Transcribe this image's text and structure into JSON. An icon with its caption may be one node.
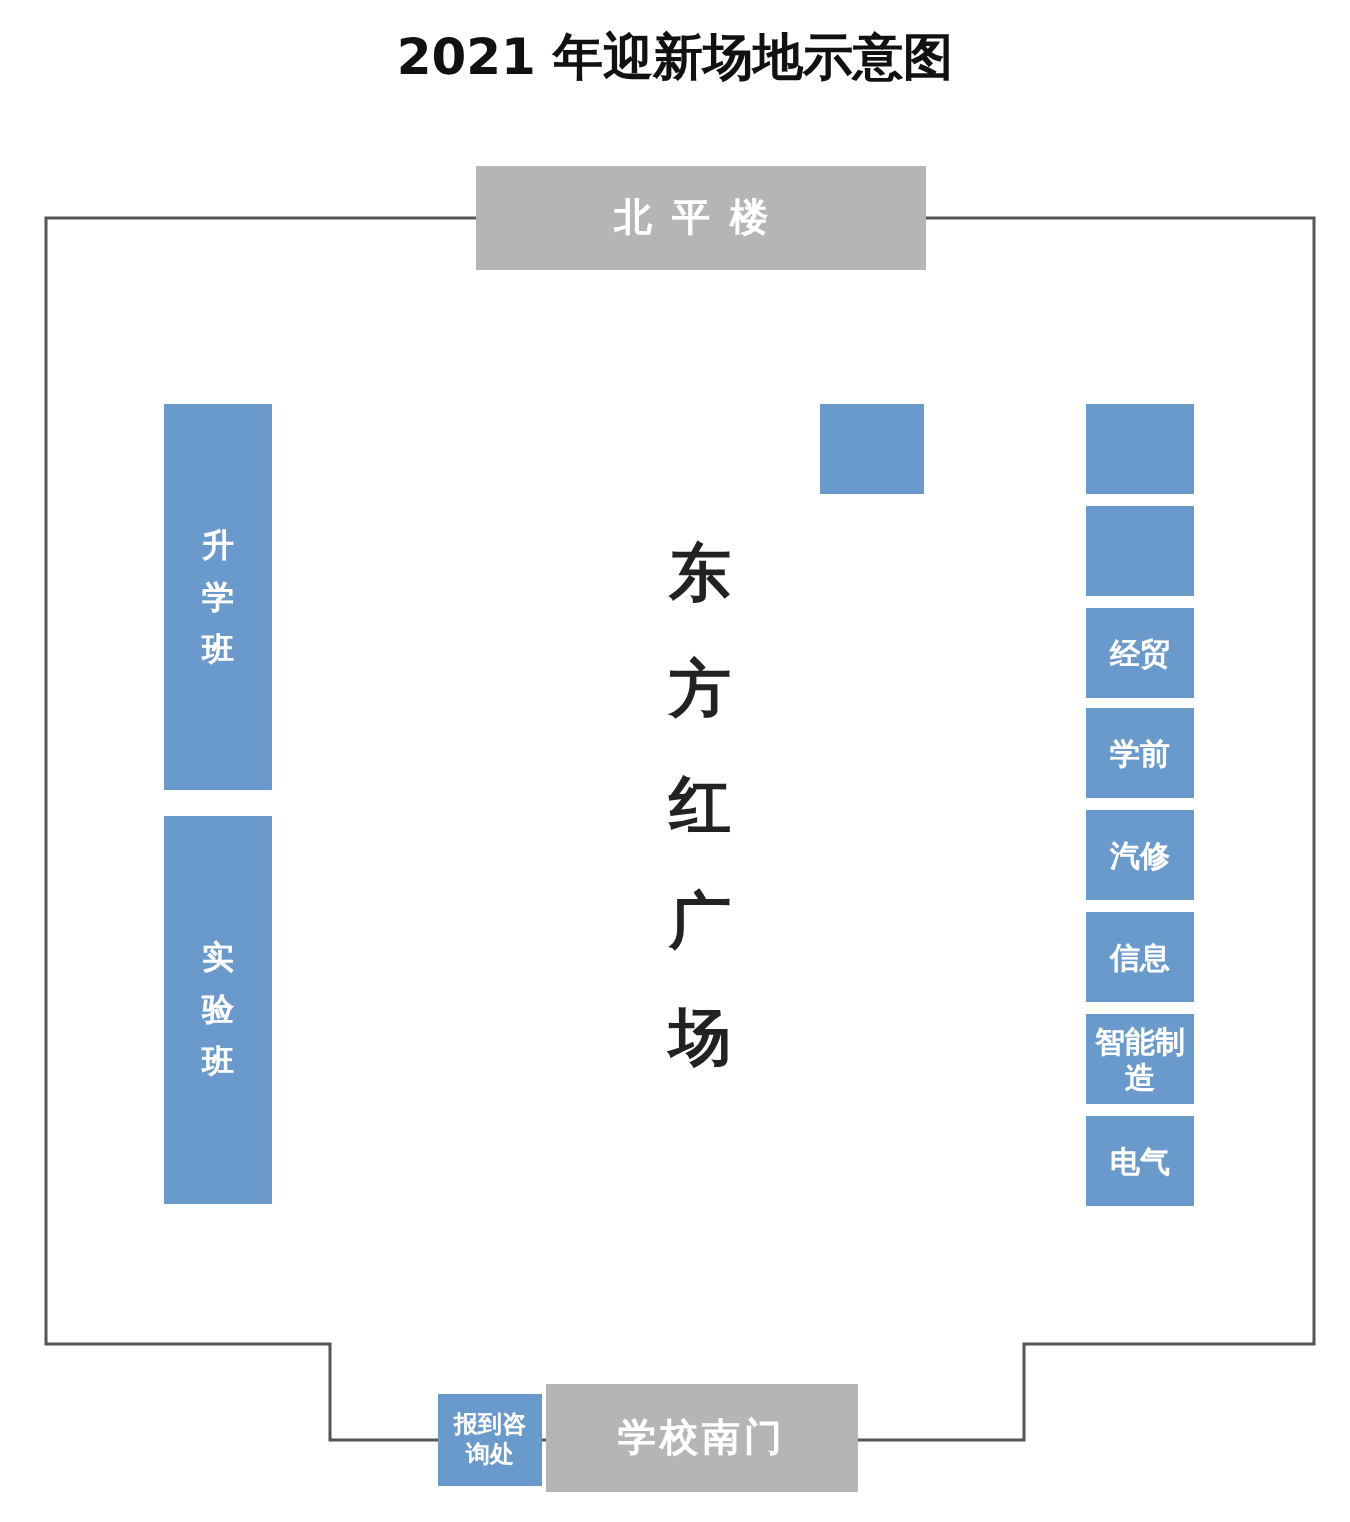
{
  "diagram": {
    "title": "2021 年迎新场地示意图",
    "nodes": [
      {
        "text": [
          "东方红广场"
        ]
      },
      {
        "text": [
          "北平楼"
        ]
      },
      {
        "text": [
          "升学班"
        ],
        "in": 0
      },
      {
        "text": [
          "实验班"
        ],
        "in": 0
      },
      {
        "text": [],
        "shape": "box",
        "in": 0
      },
      {
        "text": [],
        "shape": "box",
        "in": 0
      },
      {
        "text": [],
        "shape": "box",
        "in": 0
      },
      {
        "text": [
          "经贸"
        ],
        "in": 0
      },
      {
        "text": [
          "学前"
        ],
        "in": 0
      },
      {
        "text": [
          "汽修"
        ],
        "in": 0
      },
      {
        "text": [
          "信息"
        ],
        "in": 0
      },
      {
        "text": [
          "智能制造"
        ],
        "in": 0
      },
      {
        "text": [
          "电气"
        ],
        "in": 0
      },
      {
        "text": [
          "报到咨询处"
        ]
      },
      {
        "text": [
          "学校南门"
        ]
      }
    ],
    "edges": []
  }
}
